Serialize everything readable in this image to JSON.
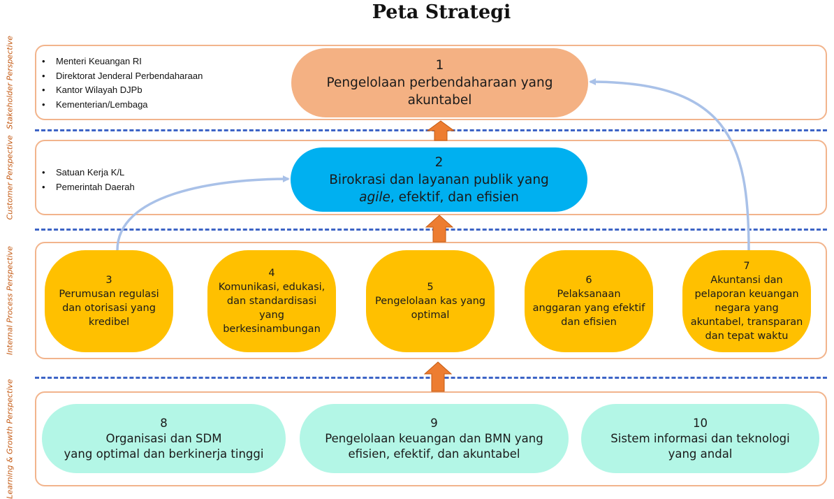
{
  "title": "Peta Strategi",
  "perspectives": [
    {
      "label": "Stakeholder Perspective"
    },
    {
      "label": "Customer Perspective"
    },
    {
      "label": "Internal Process Perspective"
    },
    {
      "label": "Learning & Growth Perspective"
    }
  ],
  "stakeholder": {
    "bullets": [
      "Menteri Keuangan RI",
      "Direktorat Jenderal Perbendaharaan",
      "Kantor Wilayah DJPb",
      "Kementerian/Lembaga"
    ]
  },
  "customer": {
    "bullets": [
      "Satuan Kerja K/L",
      "Pemerintah Daerah"
    ]
  },
  "nodes": {
    "n1": {
      "num": "1",
      "line1": "Pengelolaan perbendaharaan yang",
      "line2": "akuntabel"
    },
    "n2": {
      "num": "2",
      "line1": "Birokrasi dan layanan publik yang",
      "line2_italic": "agile",
      "line2_rest": ", efektif, dan efisien"
    },
    "n3": {
      "num": "3",
      "text": "Perumusan regulasi dan otorisasi yang kredibel"
    },
    "n4": {
      "num": "4",
      "text": "Komunikasi, edukasi, dan standardisasi yang berkesinambungan"
    },
    "n5": {
      "num": "5",
      "text": "Pengelolaan kas yang optimal"
    },
    "n6": {
      "num": "6",
      "text": "Pelaksanaan anggaran yang efektif dan efisien"
    },
    "n7": {
      "num": "7",
      "text": "Akuntansi dan pelaporan keuangan negara yang akuntabel, transparan dan tepat waktu"
    },
    "n8": {
      "num": "8",
      "line1": "Organisasi dan SDM",
      "line2": "yang optimal dan berkinerja tinggi"
    },
    "n9": {
      "num": "9",
      "line1": "Pengelolaan keuangan dan BMN yang",
      "line2": "efisien, efektif, dan akuntabel"
    },
    "n10": {
      "num": "10",
      "line1": "Sistem informasi dan teknologi",
      "line2": "yang andal"
    }
  },
  "colors": {
    "band_border": "#f2b48c",
    "dash": "#3d64c6",
    "node1": "#f4b183",
    "node2": "#00b0f0",
    "process": "#ffc000",
    "learning": "#b3f6e6",
    "arrow": "#ed7d31",
    "curve": "#a9c1e8",
    "label": "#c45a14"
  }
}
